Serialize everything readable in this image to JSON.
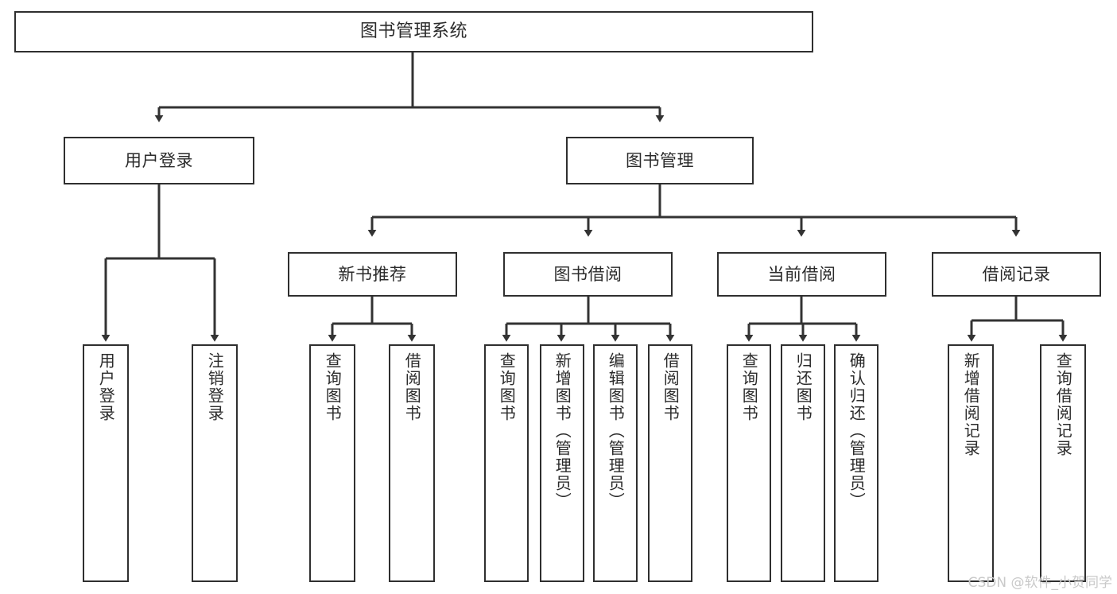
{
  "diagram": {
    "title": "图书管理系统",
    "type": "tree",
    "levels": 4,
    "colors": {
      "box_border": "#2f2f2f",
      "box_fill": "#ffffff",
      "connector": "#333333",
      "text": "#2b2b2b",
      "watermark": "#c9c9c9",
      "background": "#ffffff"
    }
  },
  "nodes": {
    "root": {
      "label": "图书管理系统"
    },
    "level2": [
      {
        "id": "user-login",
        "label": "用户登录"
      },
      {
        "id": "book-management",
        "label": "图书管理"
      }
    ],
    "level3": [
      {
        "id": "new-book-recommend",
        "label": "新书推荐"
      },
      {
        "id": "book-borrow",
        "label": "图书借阅"
      },
      {
        "id": "current-borrow",
        "label": "当前借阅"
      },
      {
        "id": "borrow-record",
        "label": "借阅记录"
      }
    ],
    "leaves": {
      "user_login": [
        {
          "id": "leaf-user-login",
          "label": "用户登录"
        },
        {
          "id": "leaf-logout-login",
          "label": "注销登录"
        }
      ],
      "new_book_recommend": [
        {
          "id": "leaf-query-book-1",
          "label": "查询图书"
        },
        {
          "id": "leaf-borrow-book-1",
          "label": "借阅图书"
        }
      ],
      "book_borrow": [
        {
          "id": "leaf-query-book-2",
          "label": "查询图书"
        },
        {
          "id": "leaf-add-book",
          "label": "新增图书（管理员）"
        },
        {
          "id": "leaf-edit-book",
          "label": "编辑图书（管理员）"
        },
        {
          "id": "leaf-borrow-book-2",
          "label": "借阅图书"
        }
      ],
      "current_borrow": [
        {
          "id": "leaf-query-book-3",
          "label": "查询图书"
        },
        {
          "id": "leaf-return-book",
          "label": "归还图书"
        },
        {
          "id": "leaf-confirm-return",
          "label": "确认归还（管理员）"
        }
      ],
      "borrow_record": [
        {
          "id": "leaf-add-record",
          "label": "新增借阅记录"
        },
        {
          "id": "leaf-query-record",
          "label": "查询借阅记录"
        }
      ]
    }
  },
  "watermark": {
    "text": "CSDN @软件_小贺同学"
  }
}
